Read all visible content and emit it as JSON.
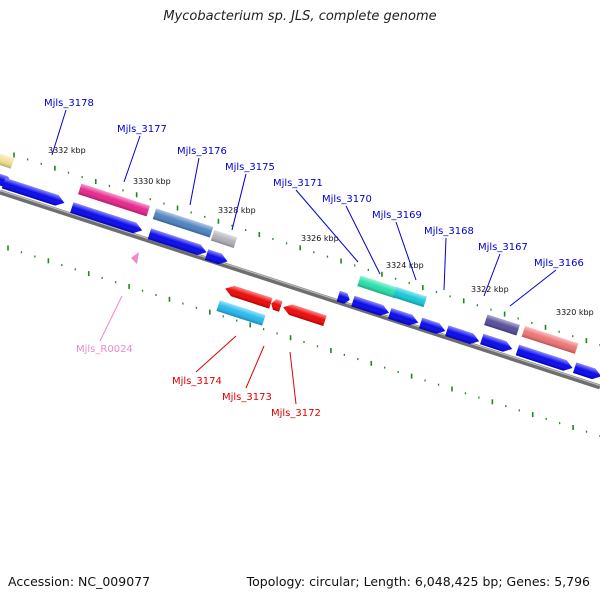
{
  "title": "Mycobacterium sp. JLS, complete genome",
  "footer": {
    "accession": "Accession: NC_009077",
    "summary": "Topology: circular; Length: 6,048,425 bp; Genes: 5,796"
  },
  "colors": {
    "backbone": "#7a7a7a",
    "tick": "#1a8a1a",
    "forward_gene": "#0000ee",
    "reverse_gene": "#ee0000",
    "forward_label": "#0000cc",
    "reverse_label": "#dd0000",
    "rna_label": "#ee88cc"
  },
  "kbp_labels": [
    "3332 kbp",
    "3330 kbp",
    "3328 kbp",
    "3326 kbp",
    "3324 kbp",
    "3322 kbp",
    "3320 kbp"
  ],
  "forward_genes": [
    {
      "label": "",
      "color": "#0000ee"
    },
    {
      "label": "Mjls_3178",
      "color": "#0000ee"
    },
    {
      "label": "Mjls_3177",
      "color": "#0000ee"
    },
    {
      "label": "Mjls_3176",
      "color": "#0000ee"
    },
    {
      "label": "Mjls_3175",
      "color": "#0000ee"
    },
    {
      "label": "Mjls_3171",
      "color": "#0000ee"
    },
    {
      "label": "Mjls_3170",
      "color": "#0000ee"
    },
    {
      "label": "Mjls_3169",
      "color": "#0000ee"
    },
    {
      "label": "Mjls_3168",
      "color": "#0000ee"
    },
    {
      "label": "Mjls_3167",
      "color": "#0000ee"
    },
    {
      "label": "Mjls_3166",
      "color": "#0000ee"
    },
    {
      "label": "",
      "color": "#0000ee"
    }
  ],
  "cog_blocks": [
    {
      "color": "#f0e090"
    },
    {
      "color": "#e8208a"
    },
    {
      "color": "#4a80c0"
    },
    {
      "color": "#b0b0b8"
    },
    {
      "color": "#20e0a8"
    },
    {
      "color": "#10c8d8"
    },
    {
      "color": "#504898"
    },
    {
      "color": "#f07070"
    }
  ],
  "reverse_genes": [
    {
      "label": "Mjls_3174",
      "color": "#ee0000"
    },
    {
      "label": "Mjls_3173",
      "color": "#ee0000"
    },
    {
      "label": "Mjls_3172",
      "color": "#ee0000"
    }
  ],
  "reverse_cog": [
    {
      "color": "#20b8f0"
    }
  ],
  "rna": [
    {
      "label": "Mjls_R0024",
      "color": "#ee88cc"
    }
  ]
}
